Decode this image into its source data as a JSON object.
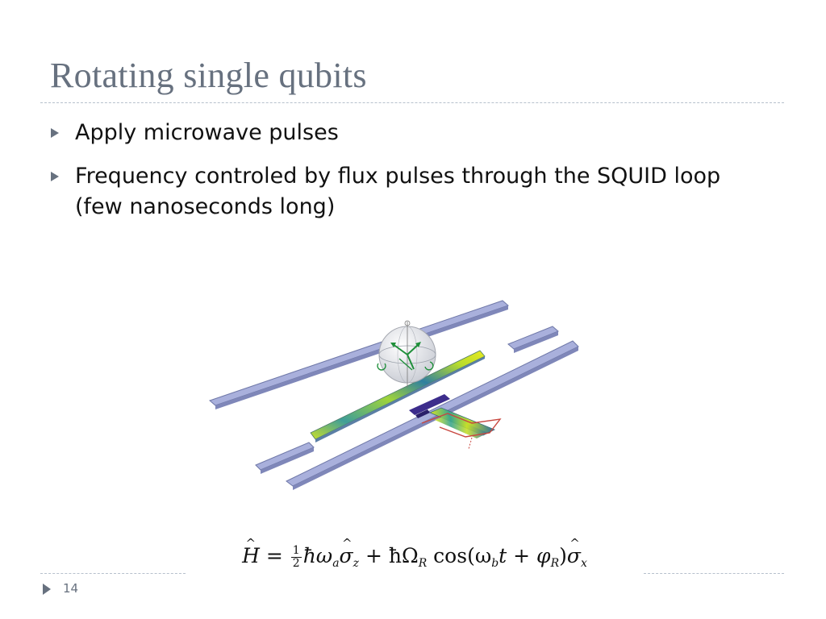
{
  "slide": {
    "title": "Rotating single qubits",
    "bullets": [
      {
        "text": "Apply microwave pulses"
      },
      {
        "text": "Frequency controled by flux pulses through the SQUID loop (few nanoseconds long)"
      }
    ],
    "page_number": "14"
  },
  "figure": {
    "description_icon": "transmon-qubit-chip-with-bloch-sphere",
    "colors": {
      "ground_plane": "#a9b0dc",
      "ground_edge": "#6f78a8",
      "resonator_gradient": [
        "#2f7fa0",
        "#4bb08a",
        "#b9dc2a",
        "#e6e81f"
      ],
      "squid": "#3d2d8c",
      "flux_loop": "#c8473f",
      "bloch_arrows": "#1f8f3a"
    }
  },
  "formula": {
    "H": "H",
    "eq": " = ",
    "frac_num": "1",
    "frac_den": "2",
    "term1": "ħω",
    "sub_a": "a",
    "sigma": "σ",
    "sub_z": "z",
    "plus": " + ħΩ",
    "sub_R": "R",
    "cos": " cos(ω",
    "sub_b": "b",
    "t": "t + φ",
    "sub_R2": "R",
    "close": ")",
    "sigma2": "σ",
    "sub_x": "x"
  },
  "theme": {
    "title_color": "#67717f",
    "bullet_arrow_color": "#67717f",
    "rule_color": "#b6c0cc"
  }
}
